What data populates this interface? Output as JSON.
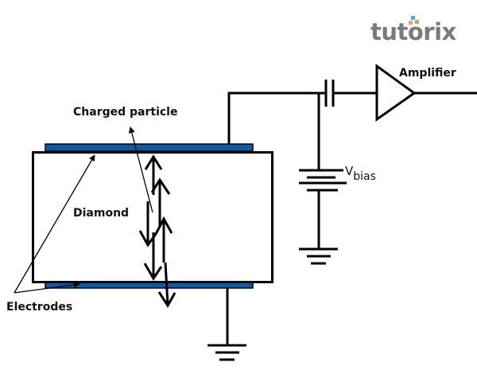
{
  "logo": {
    "text": "tutorix",
    "colors": {
      "text": "#7a7a7a",
      "dot_orange": "#f4a46a",
      "dot_blue": "#5ba3e6",
      "dot_green": "#7ccc5a"
    }
  },
  "labels": {
    "charged_particle": "Charged particle",
    "diamond": "Diamond",
    "electrodes": "Electrodes",
    "amplifier": "Amplifier",
    "vbias_main": "V",
    "vbias_sub": "bias"
  },
  "components": [
    {
      "id": "diamond-detector",
      "type": "rectangle",
      "label": "Diamond"
    },
    {
      "id": "top-electrode",
      "type": "electrode",
      "label": "Electrodes"
    },
    {
      "id": "bottom-electrode",
      "type": "electrode",
      "label": "Electrodes"
    },
    {
      "id": "coupling-capacitor",
      "type": "capacitor"
    },
    {
      "id": "amplifier",
      "type": "amplifier",
      "label": "Amplifier"
    },
    {
      "id": "bias-battery",
      "type": "battery",
      "label": "Vbias"
    },
    {
      "id": "ground-bias",
      "type": "ground"
    },
    {
      "id": "ground-detector",
      "type": "ground"
    }
  ],
  "connections": [
    {
      "from": "top-electrode",
      "to": "coupling-capacitor"
    },
    {
      "from": "coupling-capacitor",
      "to": "amplifier"
    },
    {
      "from": "top-electrode",
      "to": "bias-battery"
    },
    {
      "from": "bias-battery",
      "to": "ground-bias"
    },
    {
      "from": "bottom-electrode",
      "to": "ground-detector"
    }
  ],
  "colors": {
    "electrode": "#0a5aa8",
    "line": "#000000"
  }
}
